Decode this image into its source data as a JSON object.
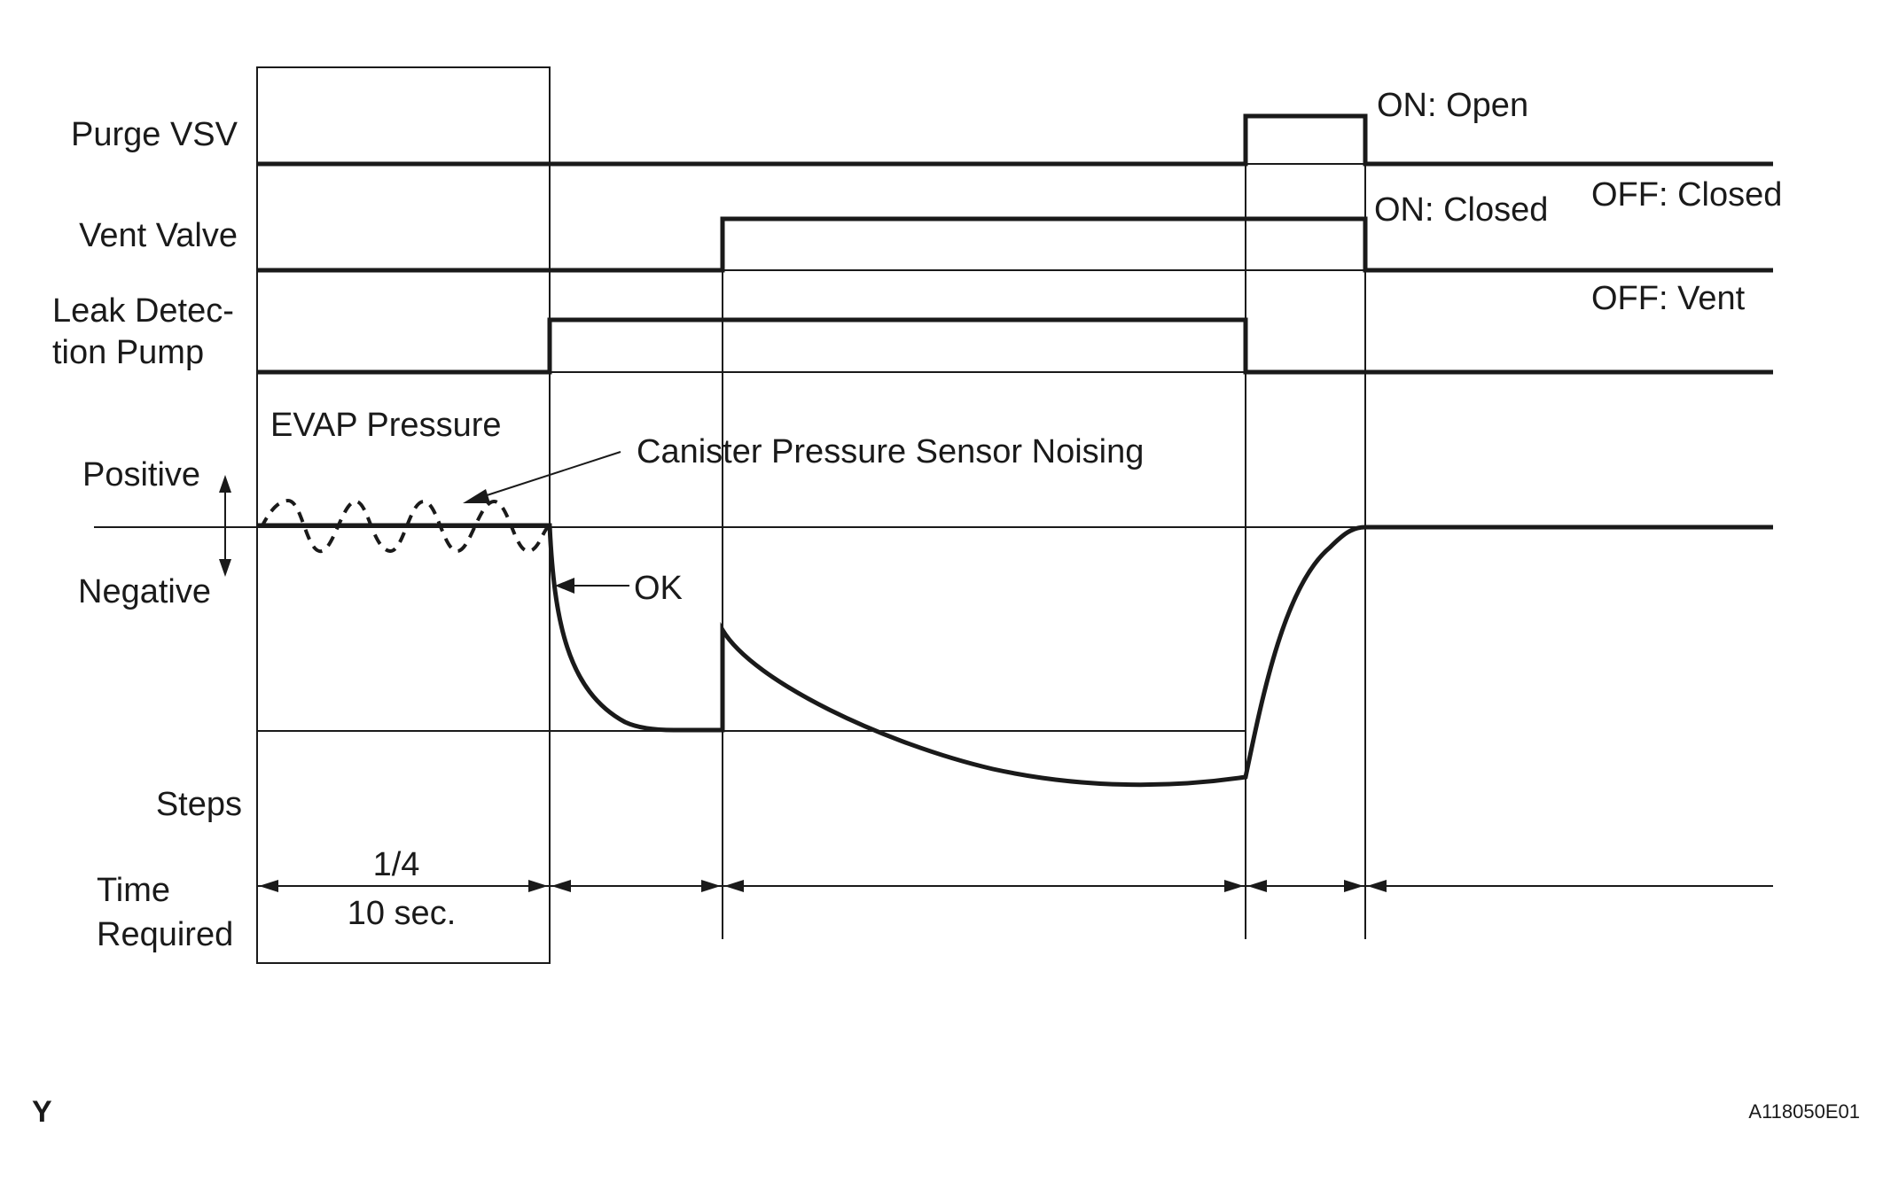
{
  "signals": {
    "purge_vsv": {
      "label": "Purge VSV",
      "on_state": "ON: Open",
      "off_state": "OFF: Closed"
    },
    "vent_valve": {
      "label": "Vent Valve",
      "on_state": "ON: Closed",
      "off_state": "OFF: Vent"
    },
    "leak_detection_pump": {
      "label_line1": "Leak Detec-",
      "label_line2": "tion Pump"
    }
  },
  "evap": {
    "title": "EVAP Pressure",
    "positive_label": "Positive",
    "negative_label": "Negative",
    "noise_annotation": "Canister Pressure Sensor Noising",
    "ok_annotation": "OK"
  },
  "steps_label": "Steps",
  "time_required": {
    "label_line1": "Time",
    "label_line2": "Required",
    "first_step": "1/4",
    "first_duration": "10 sec."
  },
  "footer": {
    "left_mark": "Y",
    "figure_code": "A118050E01"
  }
}
